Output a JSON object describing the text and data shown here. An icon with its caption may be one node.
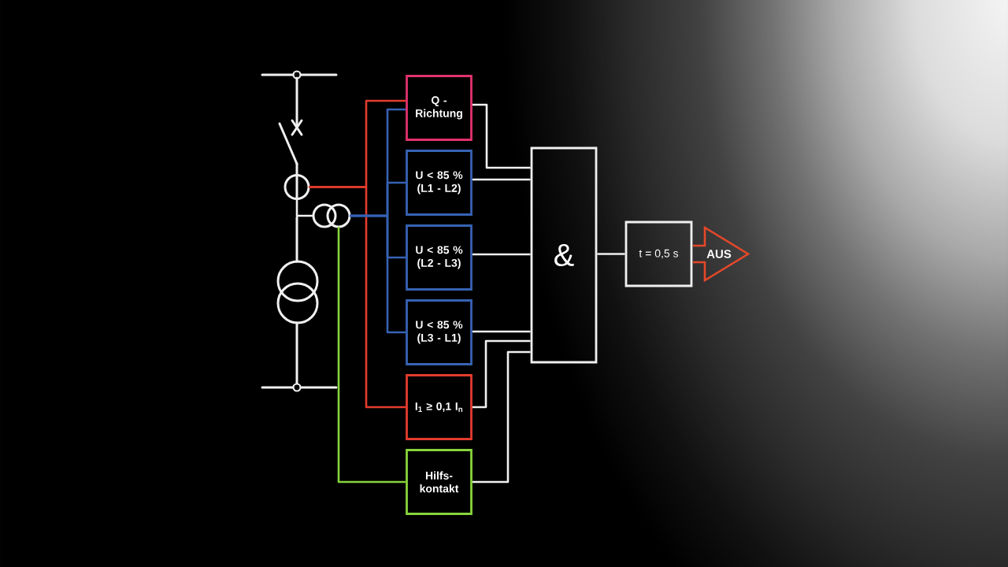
{
  "diagram": {
    "nodes": [
      {
        "text": [],
        "shape": "circle"
      },
      {
        "text": [],
        "shape": "circle"
      },
      {
        "text": [
          "Q - Richtung"
        ]
      },
      {
        "text": [
          "U < 85 % (L1 - L2)"
        ]
      },
      {
        "text": [
          "U < 85 % (L2 - L3)"
        ]
      },
      {
        "text": [
          "U < 85 % (L3 - L1)"
        ]
      },
      {
        "text": [
          "I$_{1}$ ≥ 0,1 I$_{n}$"
        ]
      },
      {
        "text": [
          "Hilfs- kontakt"
        ]
      },
      {
        "text": [
          "&"
        ]
      },
      {
        "text": [
          "t = 0,5 s"
        ]
      },
      {
        "text": [
          "AUS"
        ]
      }
    ],
    "edges": [
      {
        "from": 0,
        "to": 1,
        "arrow": "none"
      },
      {
        "from": 0,
        "to": 2,
        "arrow": "none",
        "color": "#e43c2e"
      },
      {
        "from": 0,
        "to": 6,
        "arrow": "none",
        "color": "#e43c2e"
      },
      {
        "from": 1,
        "to": 2,
        "arrow": "none",
        "color": "#3762b4"
      },
      {
        "from": 1,
        "to": 3,
        "arrow": "none",
        "color": "#3762b4"
      },
      {
        "from": 1,
        "to": 4,
        "arrow": "none",
        "color": "#3762b4"
      },
      {
        "from": 1,
        "to": 5,
        "arrow": "none",
        "color": "#3762b4"
      },
      {
        "from": 1,
        "to": 7,
        "arrow": "none",
        "color": "#88d43c"
      },
      {
        "from": 2,
        "to": 8,
        "arrow": "none"
      },
      {
        "from": 3,
        "to": 8,
        "arrow": "none"
      },
      {
        "from": 4,
        "to": 8,
        "arrow": "none"
      },
      {
        "from": 5,
        "to": 8,
        "arrow": "none"
      },
      {
        "from": 6,
        "to": 8,
        "arrow": "none"
      },
      {
        "from": 7,
        "to": 8,
        "arrow": "none"
      },
      {
        "from": 8,
        "to": 9,
        "arrow": "none"
      }
    ]
  }
}
